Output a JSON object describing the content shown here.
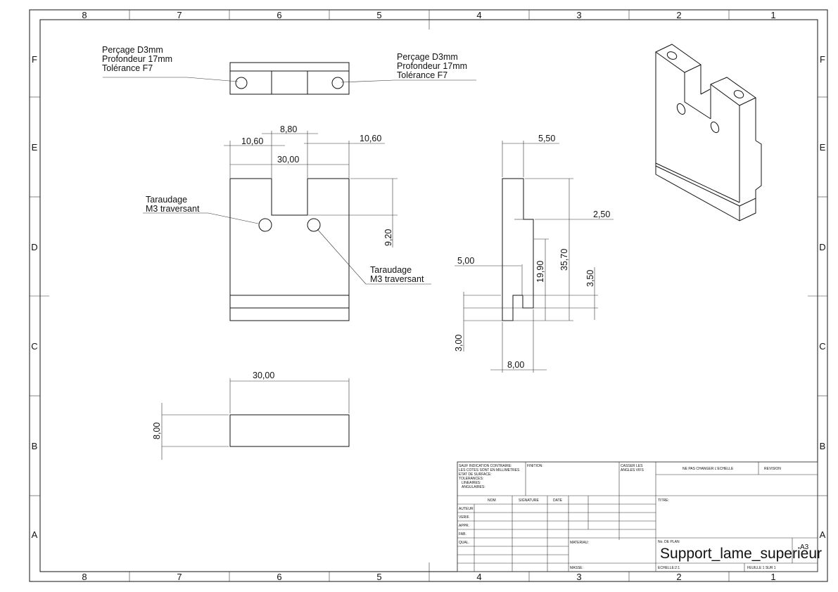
{
  "zones": {
    "columns": [
      "8",
      "7",
      "6",
      "5",
      "4",
      "3",
      "2",
      "1"
    ],
    "rows": [
      "F",
      "E",
      "D",
      "C",
      "B",
      "A"
    ]
  },
  "notes": {
    "top_left": [
      "Perçage D3mm",
      "Profondeur 17mm",
      "Tolérance F7"
    ],
    "top_right": [
      "Perçage D3mm",
      "Profondeur 17mm",
      "Tolérance F7"
    ],
    "tap_left": [
      "Taraudage",
      "M3 traversant"
    ],
    "tap_right": [
      "Taraudage",
      "M3 traversant"
    ]
  },
  "dimensions": {
    "front_8_80": "8,80",
    "front_10_60_left": "10,60",
    "front_10_60_right": "10,60",
    "front_30_00": "30,00",
    "front_9_20": "9,20",
    "side_5_50": "5,50",
    "side_2_50": "2,50",
    "side_35_70": "35,70",
    "side_19_90": "19,90",
    "side_5_00": "5,00",
    "side_3_50": "3,50",
    "side_3_00": "3,00",
    "side_8_00": "8,00",
    "bottom_30_00": "30,00",
    "bottom_8_00": "8,00"
  },
  "title_block": {
    "general_notes": [
      "SAUF INDICATION CONTRAIRE:",
      "LES COTES SONT EN MILLIMETRES",
      "ETAT DE SURFACE:",
      "TOLERANCES:",
      "LINEAIRES:",
      "ANGULAIRES:"
    ],
    "finition": "FINITION:",
    "casser": [
      "CASSER LES",
      "ANGLES VIFS"
    ],
    "ne_pas_changer": "NE PAS CHANGER L'ECHELLE",
    "revision": "REVISION",
    "col_nom": "NOM",
    "col_signature": "SIGNATURE",
    "col_date": "DATE",
    "rows": [
      "AUTEUR",
      "VERIF.",
      "APPR.",
      "FAB.",
      "QUAL."
    ],
    "titre": "TITRE:",
    "materiau": "MATERIAU:",
    "no_plan": "No. DE PLAN",
    "part_name": "Support_lame_superieur",
    "format": "A3",
    "masse": "MASSE:",
    "echelle": "ECHELLE:2:1",
    "feuille": "FEUILLE 1 SUR 1"
  }
}
